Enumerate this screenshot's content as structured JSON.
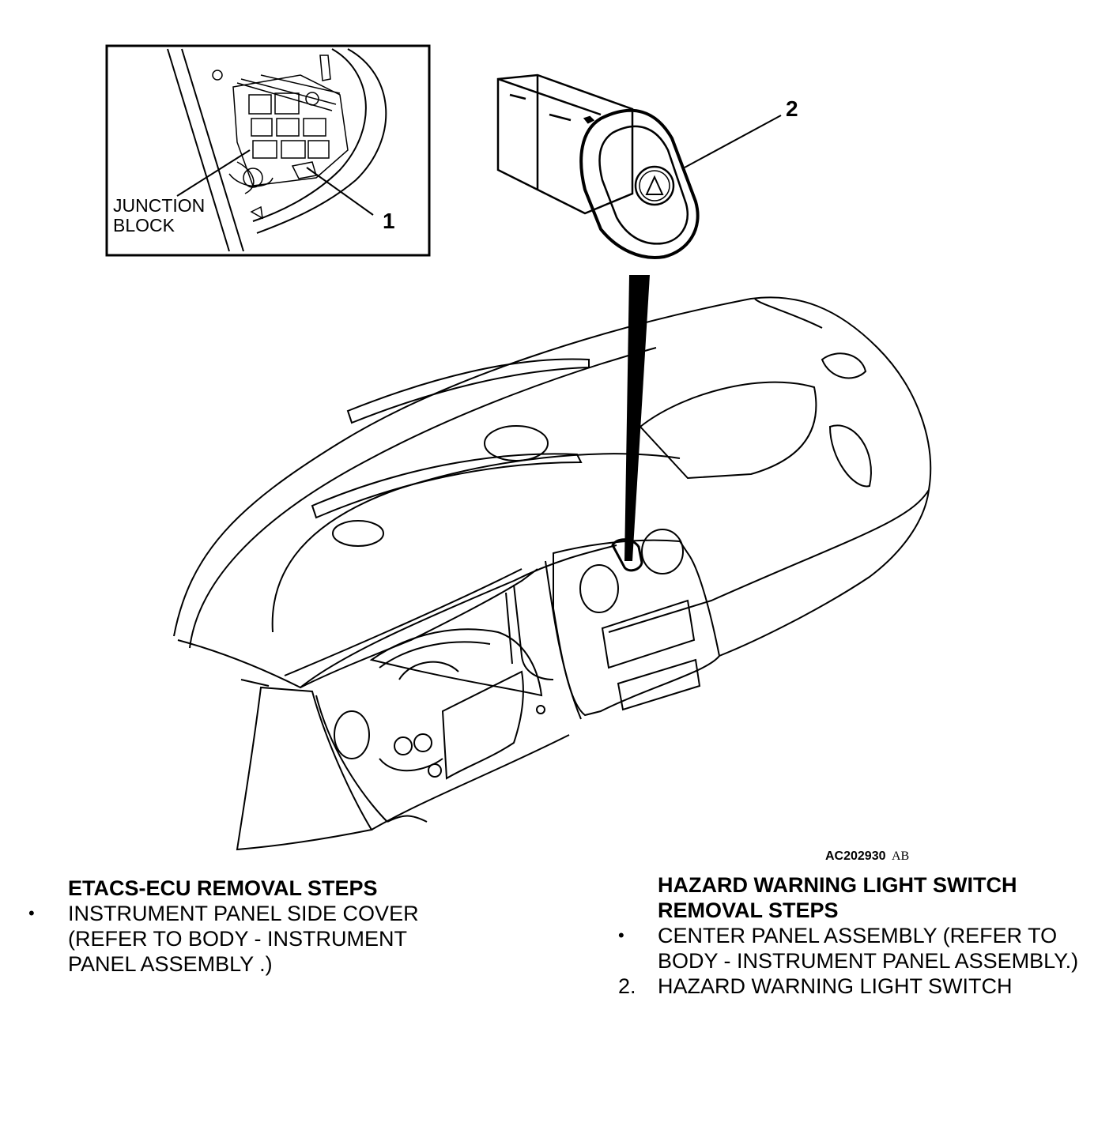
{
  "figure": {
    "inset_labels": {
      "junction_block_line1": "JUNCTION",
      "junction_block_line2": "BLOCK",
      "callout_1": "1"
    },
    "callout_2": "2",
    "figure_code": "AC202930",
    "figure_suffix": "AB"
  },
  "left_steps": {
    "title": "ETACS-ECU REMOVAL STEPS",
    "items": [
      {
        "marker": "•",
        "lines": [
          "INSTRUMENT PANEL SIDE COVER",
          "(REFER TO BODY -  INSTRUMENT",
          "PANEL ASSEMBLY .)"
        ]
      }
    ]
  },
  "right_steps": {
    "title_line1": "HAZARD WARNING LIGHT SWITCH",
    "title_line2": "REMOVAL STEPS",
    "items": [
      {
        "marker": "•",
        "lines": [
          "CENTER PANEL ASSEMBLY (REFER TO",
          "BODY - INSTRUMENT PANEL ASSEMBLY.)"
        ]
      },
      {
        "marker": "2.",
        "lines": [
          "HAZARD WARNING LIGHT SWITCH"
        ]
      }
    ]
  }
}
